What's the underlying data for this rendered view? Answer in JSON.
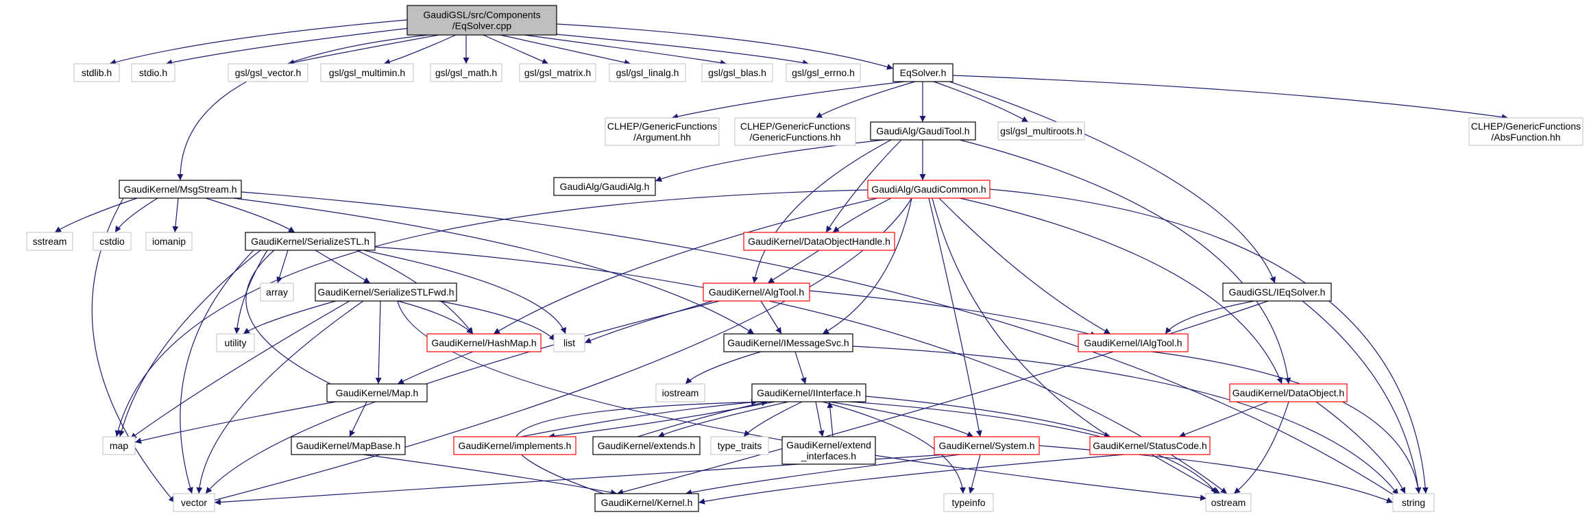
{
  "graph": {
    "colors": {
      "edge": "#191970",
      "root_fill": "#bfbfbf",
      "border_documented": "#000000",
      "border_incomplete": "#ff0000",
      "border_external": "#bfbfbf"
    },
    "nodes": [
      {
        "id": "root",
        "lines": [
          "GaudiGSL/src/Components",
          "/EqSolver.cpp"
        ],
        "kind": "root"
      },
      {
        "id": "stdlib",
        "lines": [
          "stdlib.h"
        ],
        "kind": "external"
      },
      {
        "id": "stdio",
        "lines": [
          "stdio.h"
        ],
        "kind": "external"
      },
      {
        "id": "gslvector",
        "lines": [
          "gsl/gsl_vector.h"
        ],
        "kind": "external"
      },
      {
        "id": "gslmultimin",
        "lines": [
          "gsl/gsl_multimin.h"
        ],
        "kind": "external"
      },
      {
        "id": "gslmath",
        "lines": [
          "gsl/gsl_math.h"
        ],
        "kind": "external"
      },
      {
        "id": "gslmatrix",
        "lines": [
          "gsl/gsl_matrix.h"
        ],
        "kind": "external"
      },
      {
        "id": "gsllinalg",
        "lines": [
          "gsl/gsl_linalg.h"
        ],
        "kind": "external"
      },
      {
        "id": "gslblas",
        "lines": [
          "gsl/gsl_blas.h"
        ],
        "kind": "external"
      },
      {
        "id": "gslerrno",
        "lines": [
          "gsl/gsl_errno.h"
        ],
        "kind": "external"
      },
      {
        "id": "eqsolver",
        "lines": [
          "EqSolver.h"
        ],
        "kind": "documented"
      },
      {
        "id": "argument",
        "lines": [
          "CLHEP/GenericFunctions",
          "/Argument.hh"
        ],
        "kind": "external"
      },
      {
        "id": "genfunc",
        "lines": [
          "CLHEP/GenericFunctions",
          "/GenericFunctions.hh"
        ],
        "kind": "external"
      },
      {
        "id": "gauditool",
        "lines": [
          "GaudiAlg/GaudiTool.h"
        ],
        "kind": "documented"
      },
      {
        "id": "gslroots",
        "lines": [
          "gsl/gsl_multiroots.h"
        ],
        "kind": "external"
      },
      {
        "id": "absfunc",
        "lines": [
          "CLHEP/GenericFunctions",
          "/AbsFunction.hh"
        ],
        "kind": "external"
      },
      {
        "id": "msgstream",
        "lines": [
          "GaudiKernel/MsgStream.h"
        ],
        "kind": "documented"
      },
      {
        "id": "gaudialg",
        "lines": [
          "GaudiAlg/GaudiAlg.h"
        ],
        "kind": "documented"
      },
      {
        "id": "gaudicommon",
        "lines": [
          "GaudiAlg/GaudiCommon.h"
        ],
        "kind": "incomplete"
      },
      {
        "id": "sstream",
        "lines": [
          "sstream"
        ],
        "kind": "external"
      },
      {
        "id": "cstdio",
        "lines": [
          "cstdio"
        ],
        "kind": "external"
      },
      {
        "id": "iomanip",
        "lines": [
          "iomanip"
        ],
        "kind": "external"
      },
      {
        "id": "serializestl",
        "lines": [
          "GaudiKernel/SerializeSTL.h"
        ],
        "kind": "documented"
      },
      {
        "id": "dataobjhandle",
        "lines": [
          "GaudiKernel/DataObjectHandle.h"
        ],
        "kind": "incomplete"
      },
      {
        "id": "array",
        "lines": [
          "array"
        ],
        "kind": "external"
      },
      {
        "id": "serializefwd",
        "lines": [
          "GaudiKernel/SerializeSTLFwd.h"
        ],
        "kind": "documented"
      },
      {
        "id": "algtool",
        "lines": [
          "GaudiKernel/AlgTool.h"
        ],
        "kind": "incomplete"
      },
      {
        "id": "ieqsolver",
        "lines": [
          "GaudiGSL/IEqSolver.h"
        ],
        "kind": "documented"
      },
      {
        "id": "utility",
        "lines": [
          "utility"
        ],
        "kind": "external"
      },
      {
        "id": "hashmap",
        "lines": [
          "GaudiKernel/HashMap.h"
        ],
        "kind": "incomplete"
      },
      {
        "id": "list",
        "lines": [
          "list"
        ],
        "kind": "external"
      },
      {
        "id": "imessagesvc",
        "lines": [
          "GaudiKernel/IMessageSvc.h"
        ],
        "kind": "documented"
      },
      {
        "id": "ialgtool",
        "lines": [
          "GaudiKernel/IAlgTool.h"
        ],
        "kind": "incomplete"
      },
      {
        "id": "iostream",
        "lines": [
          "iostream"
        ],
        "kind": "external"
      },
      {
        "id": "map_h",
        "lines": [
          "GaudiKernel/Map.h"
        ],
        "kind": "documented"
      },
      {
        "id": "iinterface",
        "lines": [
          "GaudiKernel/IInterface.h"
        ],
        "kind": "documented"
      },
      {
        "id": "dataobject",
        "lines": [
          "GaudiKernel/DataObject.h"
        ],
        "kind": "incomplete"
      },
      {
        "id": "map",
        "lines": [
          "map"
        ],
        "kind": "external"
      },
      {
        "id": "mapbase",
        "lines": [
          "GaudiKernel/MapBase.h"
        ],
        "kind": "documented"
      },
      {
        "id": "implements",
        "lines": [
          "GaudiKernel/implements.h"
        ],
        "kind": "incomplete"
      },
      {
        "id": "extends",
        "lines": [
          "GaudiKernel/extends.h"
        ],
        "kind": "documented"
      },
      {
        "id": "typetraits",
        "lines": [
          "type_traits"
        ],
        "kind": "external"
      },
      {
        "id": "extendif",
        "lines": [
          "GaudiKernel/extend",
          "_interfaces.h"
        ],
        "kind": "documented"
      },
      {
        "id": "system",
        "lines": [
          "GaudiKernel/System.h"
        ],
        "kind": "incomplete"
      },
      {
        "id": "statuscode",
        "lines": [
          "GaudiKernel/StatusCode.h"
        ],
        "kind": "incomplete"
      },
      {
        "id": "vector",
        "lines": [
          "vector"
        ],
        "kind": "external"
      },
      {
        "id": "kernel",
        "lines": [
          "GaudiKernel/Kernel.h"
        ],
        "kind": "documented"
      },
      {
        "id": "typeinfo",
        "lines": [
          "typeinfo"
        ],
        "kind": "external"
      },
      {
        "id": "ostream",
        "lines": [
          "ostream"
        ],
        "kind": "external"
      },
      {
        "id": "string",
        "lines": [
          "string"
        ],
        "kind": "external"
      }
    ]
  }
}
